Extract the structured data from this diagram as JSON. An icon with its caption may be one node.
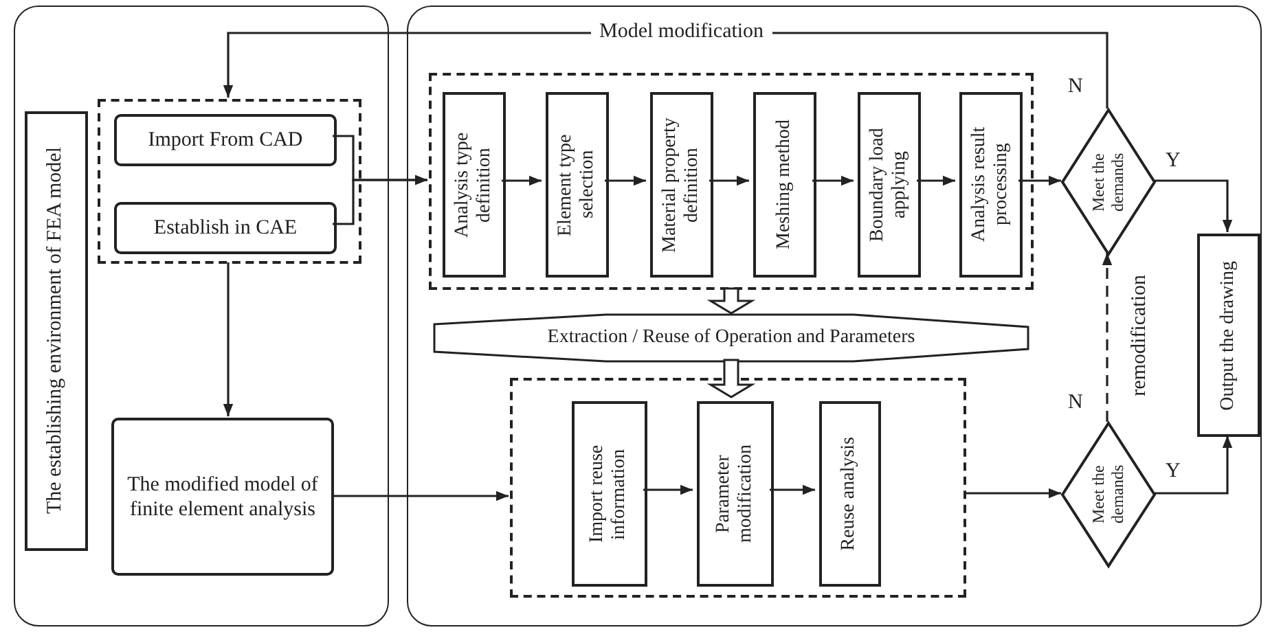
{
  "diagram": {
    "nodes": [
      {
        "text": [],
        "shape": "box"
      },
      {
        "text": [],
        "shape": "box"
      },
      {
        "text": [
          "The establishing environment of FEA model"
        ],
        "in": 0
      },
      {
        "text": [],
        "shape": "box",
        "in": 0
      },
      {
        "text": [
          "Import From CAD"
        ],
        "in": 3
      },
      {
        "text": [
          "Establish in  CAE"
        ],
        "in": 3
      },
      {
        "text": [
          "The modified model of finite element analysis"
        ],
        "in": 0
      },
      {
        "text": [],
        "shape": "box",
        "in": 1
      },
      {
        "text": [
          "Analysis type definition"
        ],
        "in": 7
      },
      {
        "text": [
          "Element type selection"
        ],
        "in": 7
      },
      {
        "text": [
          "Material property definition"
        ],
        "in": 7
      },
      {
        "text": [
          "Meshing method"
        ],
        "in": 7
      },
      {
        "text": [
          "Boundary load applying"
        ],
        "in": 7
      },
      {
        "text": [
          "Analysis result processing"
        ],
        "in": 7
      },
      {
        "text": [
          "Extraction / Reuse of Operation and Parameters"
        ],
        "in": 1
      },
      {
        "text": [],
        "shape": "box",
        "in": 1
      },
      {
        "text": [
          "Import reuse information"
        ],
        "in": 15
      },
      {
        "text": [
          "Parameter modification"
        ],
        "in": 15
      },
      {
        "text": [
          "Reuse analysis"
        ],
        "in": 15
      },
      {
        "text": [
          "Meet the demands"
        ],
        "in": 1
      },
      {
        "text": [
          "Meet the demands"
        ],
        "in": 1
      },
      {
        "text": [
          "Output the drawing"
        ],
        "in": 1
      }
    ],
    "edges": [
      {
        "from": 4,
        "to": 7,
        "arrow": "to"
      },
      {
        "from": 5,
        "to": 7,
        "arrow": "to"
      },
      {
        "from": 3,
        "to": 6,
        "arrow": "to"
      },
      {
        "from": 6,
        "to": 15,
        "arrow": "to"
      },
      {
        "from": 8,
        "to": 9,
        "arrow": "to"
      },
      {
        "from": 9,
        "to": 10,
        "arrow": "to"
      },
      {
        "from": 10,
        "to": 11,
        "arrow": "to"
      },
      {
        "from": 11,
        "to": 12,
        "arrow": "to"
      },
      {
        "from": 12,
        "to": 13,
        "arrow": "to"
      },
      {
        "from": 13,
        "to": 19,
        "arrow": "to"
      },
      {
        "from": 19,
        "to": 3,
        "arrow": "to",
        "label": "Model modification"
      },
      {
        "from": 19,
        "to": 21,
        "arrow": "to"
      },
      {
        "from": 16,
        "to": 17,
        "arrow": "to"
      },
      {
        "from": 17,
        "to": 18,
        "arrow": "to"
      },
      {
        "from": 15,
        "to": 20,
        "arrow": "to"
      },
      {
        "from": 20,
        "to": 21,
        "arrow": "to"
      },
      {
        "from": 20,
        "to": 19,
        "arrow": "to",
        "style": "dashed",
        "label": "remodification"
      },
      {
        "from": 7,
        "to": 14,
        "arrow": "to",
        "style": "thick"
      },
      {
        "from": 14,
        "to": 17,
        "arrow": "to",
        "style": "thick"
      }
    ],
    "labels": [
      "N",
      "Y",
      "N",
      "Y"
    ]
  }
}
